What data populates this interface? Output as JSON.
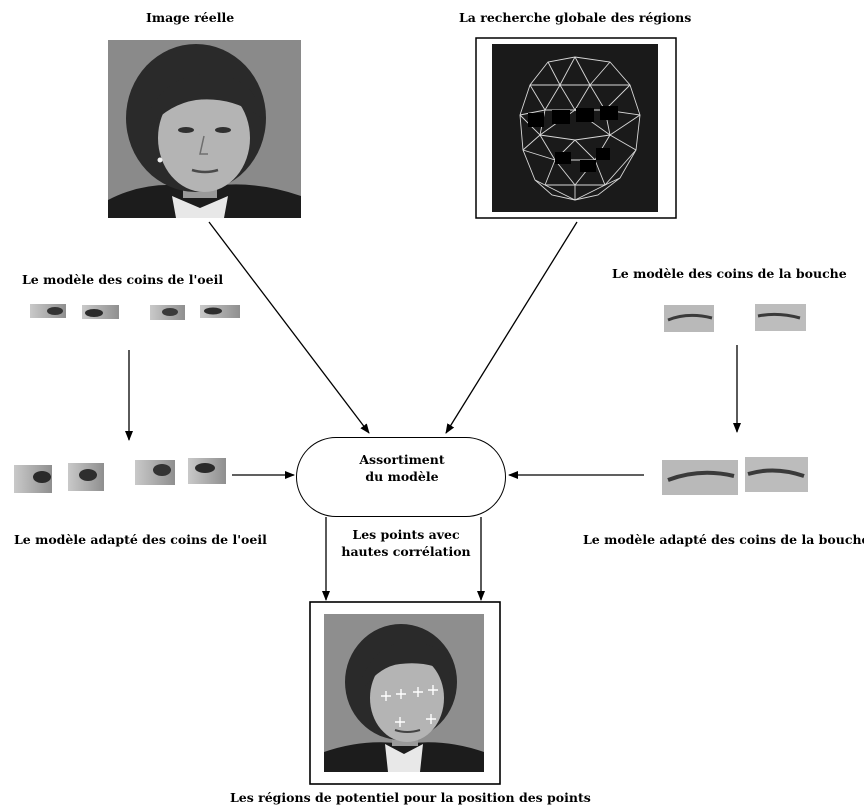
{
  "labels": {
    "real_image": "Image réelle",
    "global_search": "La recherche globale des régions",
    "eye_model": "Le modèle des coins de l'oeil",
    "mouth_model": "Le modèle des coins de la bouche",
    "adapted_eye_model": "Le modèle adapté des coins de l'oeil",
    "adapted_mouth_model": "Le modèle adapté des coins de la bouche",
    "matching_line1": "Assortiment",
    "matching_line2": "du  modèle",
    "correlation_line1": "Les points  avec",
    "correlation_line2": "hautes corrélation",
    "potential_regions": "Les régions de potentiel pour la position des points"
  }
}
